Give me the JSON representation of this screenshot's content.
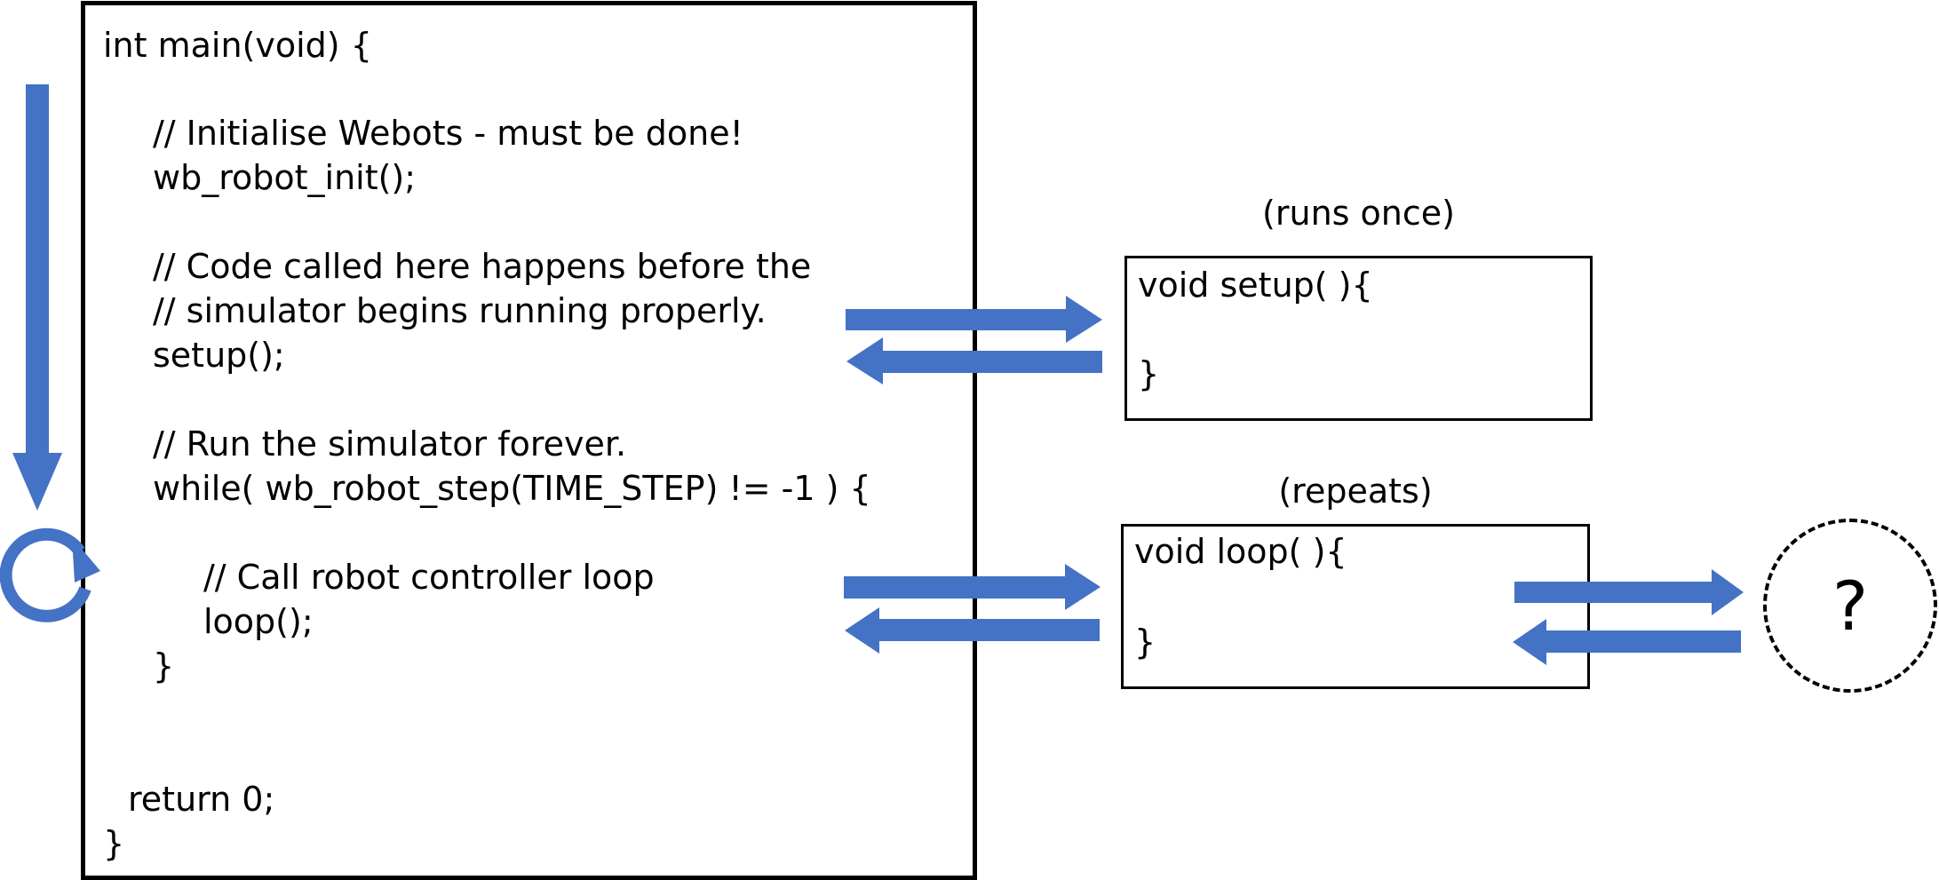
{
  "main_function": {
    "lines": [
      "int main(void) {",
      "// Initialise Webots - must be done!",
      "wb_robot_init();",
      "// Code called here happens before the",
      "// simulator begins running properly.",
      "setup();",
      "// Run the simulator forever.",
      "while( wb_robot_step(TIME_STEP) != -1 ) {",
      "// Call robot controller loop",
      "loop();",
      "}",
      "return 0;",
      "}"
    ]
  },
  "setup_function": {
    "caption": "(runs once)",
    "header": "void setup( ){",
    "closing": "}"
  },
  "loop_function": {
    "caption": "(repeats)",
    "header": "void loop( ){",
    "closing": "}"
  },
  "unknown": {
    "label": "?"
  },
  "colors": {
    "arrow": "#4472c4",
    "stroke": "#000000"
  }
}
